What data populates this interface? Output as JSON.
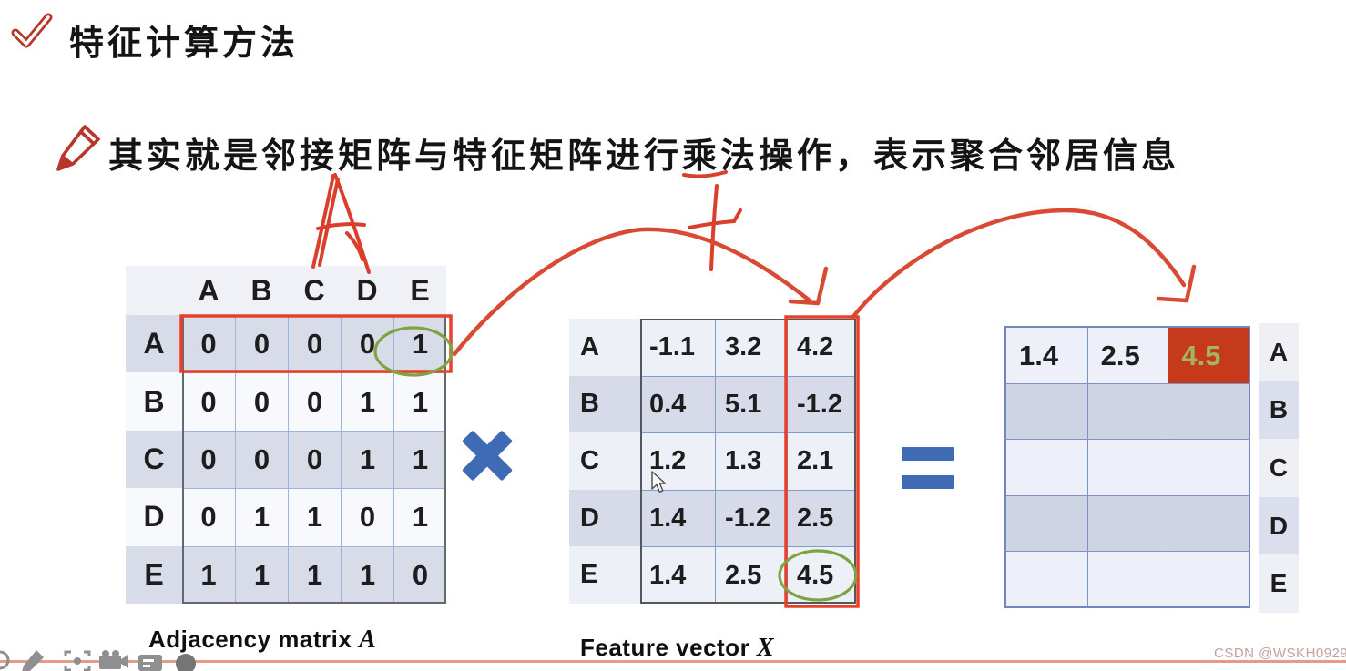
{
  "slide": {
    "title": "特征计算方法",
    "bullet": "其实就是邻接矩阵与特征矩阵进行乘法操作，表示聚合邻居信息",
    "watermark": "CSDN @WSKH0929"
  },
  "annotations": {
    "letter_over_adjacency": "A",
    "letter_over_feature": "F"
  },
  "icons": {
    "check": "✓",
    "pencil": "✎",
    "multiply": "✖",
    "equals": "＝",
    "toolbar": [
      "circle-tool",
      "pencil-tool",
      "capture-tool",
      "camera-tool",
      "board-tool",
      "record-dot"
    ]
  },
  "adjacency_matrix": {
    "caption_text": "Adjacency matrix ",
    "caption_symbol": "A",
    "col_headers": [
      "A",
      "B",
      "C",
      "D",
      "E"
    ],
    "row_labels": [
      "A",
      "B",
      "C",
      "D",
      "E"
    ],
    "rows": [
      [
        "0",
        "0",
        "0",
        "0",
        "1"
      ],
      [
        "0",
        "0",
        "0",
        "1",
        "1"
      ],
      [
        "0",
        "0",
        "0",
        "1",
        "1"
      ],
      [
        "0",
        "1",
        "1",
        "0",
        "1"
      ],
      [
        "1",
        "1",
        "1",
        "1",
        "0"
      ]
    ],
    "highlighted_row": 0,
    "circled_cell": {
      "row": 0,
      "col": 4,
      "value": "1"
    }
  },
  "feature_matrix": {
    "caption_text": "Feature vector ",
    "caption_symbol": "X",
    "row_labels": [
      "A",
      "B",
      "C",
      "D",
      "E"
    ],
    "rows": [
      [
        "-1.1",
        "3.2",
        "4.2"
      ],
      [
        "0.4",
        "5.1",
        "-1.2"
      ],
      [
        "1.2",
        "1.3",
        "2.1"
      ],
      [
        "1.4",
        "-1.2",
        "2.5"
      ],
      [
        "1.4",
        "2.5",
        "4.5"
      ]
    ],
    "highlighted_col": 2,
    "circled_cell": {
      "row": 4,
      "col": 2,
      "value": "4.5"
    }
  },
  "result_matrix": {
    "row_labels": [
      "A",
      "B",
      "C",
      "D",
      "E"
    ],
    "rows": [
      [
        "1.4",
        "2.5",
        "4.5"
      ],
      [
        "",
        "",
        ""
      ],
      [
        "",
        "",
        ""
      ],
      [
        "",
        "",
        ""
      ],
      [
        "",
        "",
        ""
      ]
    ],
    "highlighted_cell": {
      "row": 0,
      "col": 2,
      "value": "4.5"
    }
  },
  "colors": {
    "accent_blue": "#3f6ab4",
    "annotation_red": "#d93f2b",
    "circle_green": "#7ea341",
    "result_highlight_bg": "#c43a1b",
    "result_highlight_text": "#a2b45e",
    "progress_line": "#e59a8a"
  }
}
